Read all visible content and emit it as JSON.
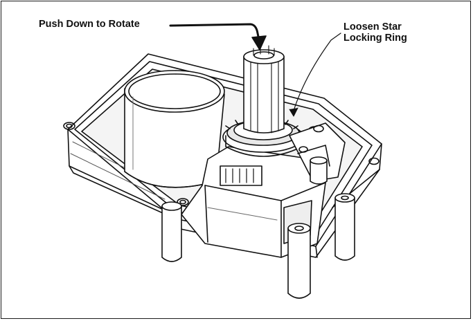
{
  "figure": {
    "callouts": {
      "push_down": "Push Down to Rotate",
      "loosen_line1": "Loosen Star",
      "loosen_line2": "Locking Ring"
    }
  },
  "colors": {
    "ink": "#111111",
    "background": "#ffffff",
    "shade": "#cfcfcf"
  }
}
